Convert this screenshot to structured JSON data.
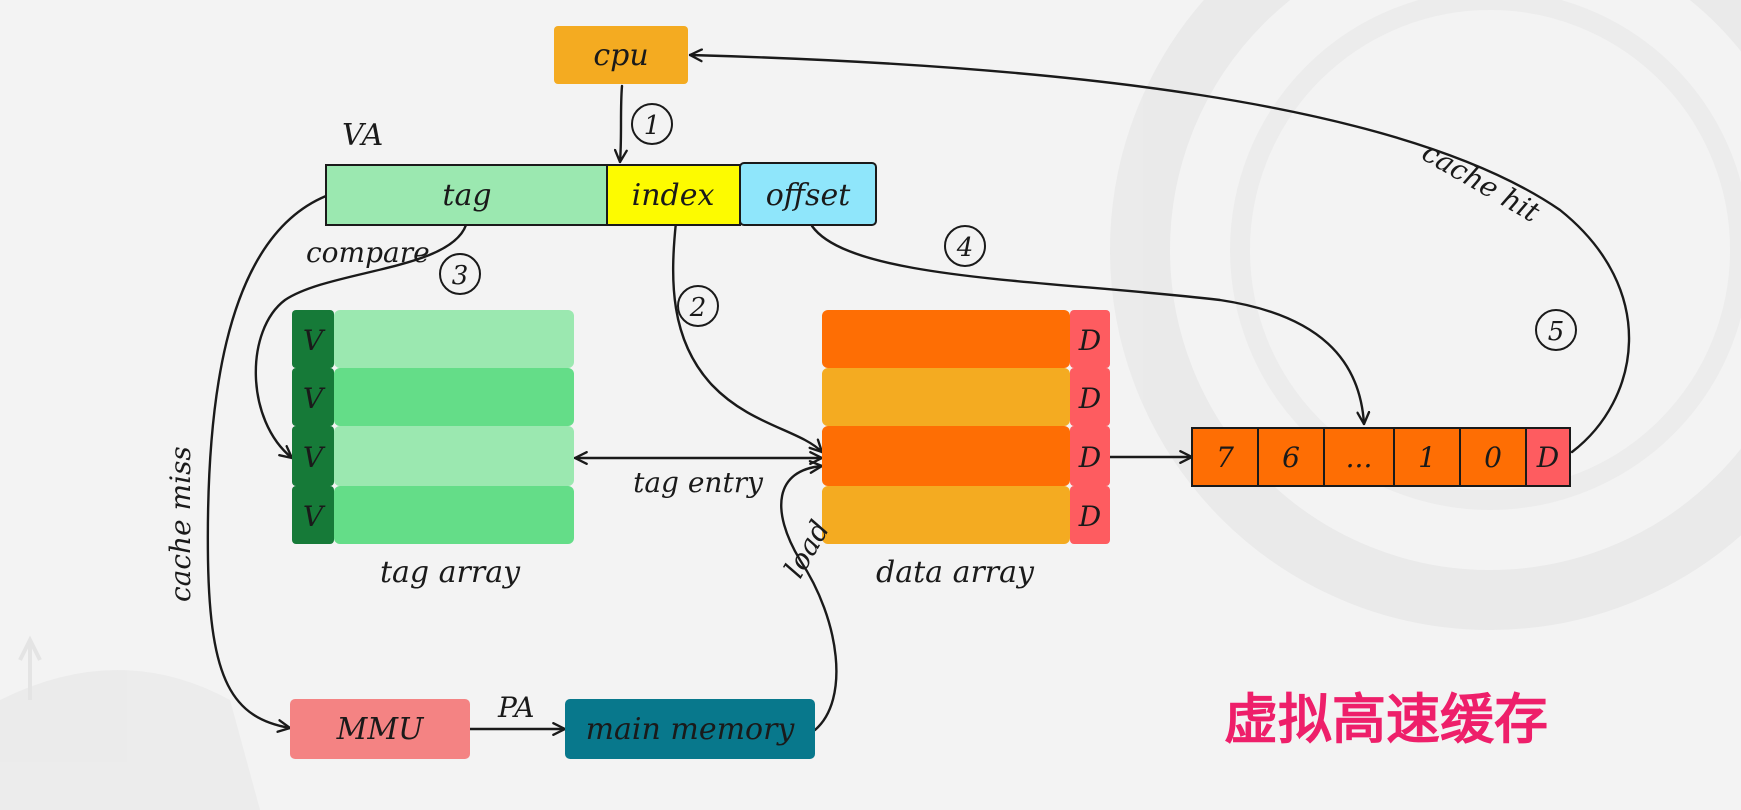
{
  "diagram": {
    "title": "虚拟高速缓存",
    "nodes": {
      "cpu": "cpu",
      "va": "VA",
      "tag": "tag",
      "index": "index",
      "offset": "offset",
      "tag_array": "tag array",
      "data_array": "data array",
      "mmu": "MMU",
      "main_memory": "main memory",
      "pa": "PA",
      "tag_entry": "tag entry",
      "cache_line": [
        "7",
        "6",
        "...",
        "1",
        "0",
        "D"
      ]
    },
    "valid_bits": [
      "V",
      "V",
      "V",
      "V"
    ],
    "dirty_bits": [
      "D",
      "D",
      "D",
      "D"
    ],
    "edge_labels": {
      "compare": "compare",
      "cache_miss": "cache miss",
      "cache_hit": "cache hit",
      "load": "load"
    },
    "steps": [
      "1",
      "2",
      "3",
      "4",
      "5"
    ]
  },
  "colors": {
    "cpu": "#f4ab21",
    "tag": "#9be8b0",
    "index": "#fdfb00",
    "offset": "#8fe6fb",
    "valid_bit": "#167a38",
    "tag_row_light": "#9be8b0",
    "tag_row_dark": "#64dd88",
    "data_row_orange": "#fe6e04",
    "data_row_amber": "#f4ab21",
    "dirty_bit": "#fe5c60",
    "mmu": "#f48383",
    "main_memory": "#08788c",
    "title": "#ee1f6a"
  }
}
